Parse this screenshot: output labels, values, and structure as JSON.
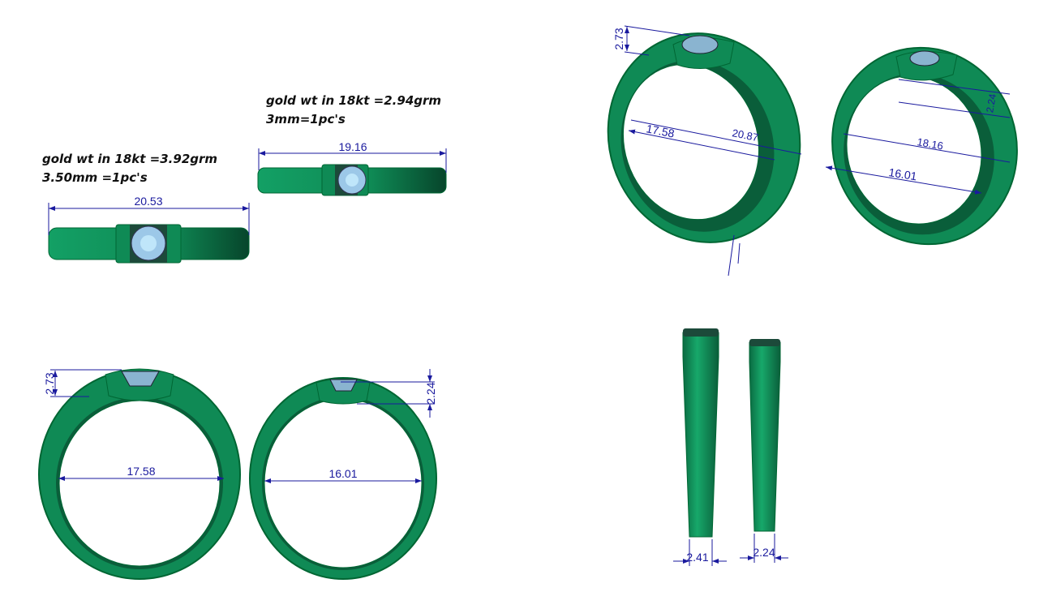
{
  "colors": {
    "metal": "#0f8a55",
    "metal_dark": "#0a5e3a",
    "dimension": "#1a1a9e",
    "stone": "#a8d8f0"
  },
  "notes": {
    "ring_large": {
      "weight": "gold wt in 18kt =3.92grm",
      "stone": "3.50mm =1pc's"
    },
    "ring_small": {
      "weight": "gold wt in 18kt =2.94grm",
      "stone": "3mm=1pc's"
    }
  },
  "dimensions": {
    "large_top_width": "20.53",
    "small_top_width": "19.16",
    "large_inner_diameter": "17.58",
    "small_inner_diameter": "16.01",
    "large_head_height": "2.73",
    "small_head_height": "2.24",
    "large_side_width": "2.41",
    "small_side_width": "2.24",
    "iso_large_outer": "20.87",
    "iso_small_outer": "18.16"
  }
}
